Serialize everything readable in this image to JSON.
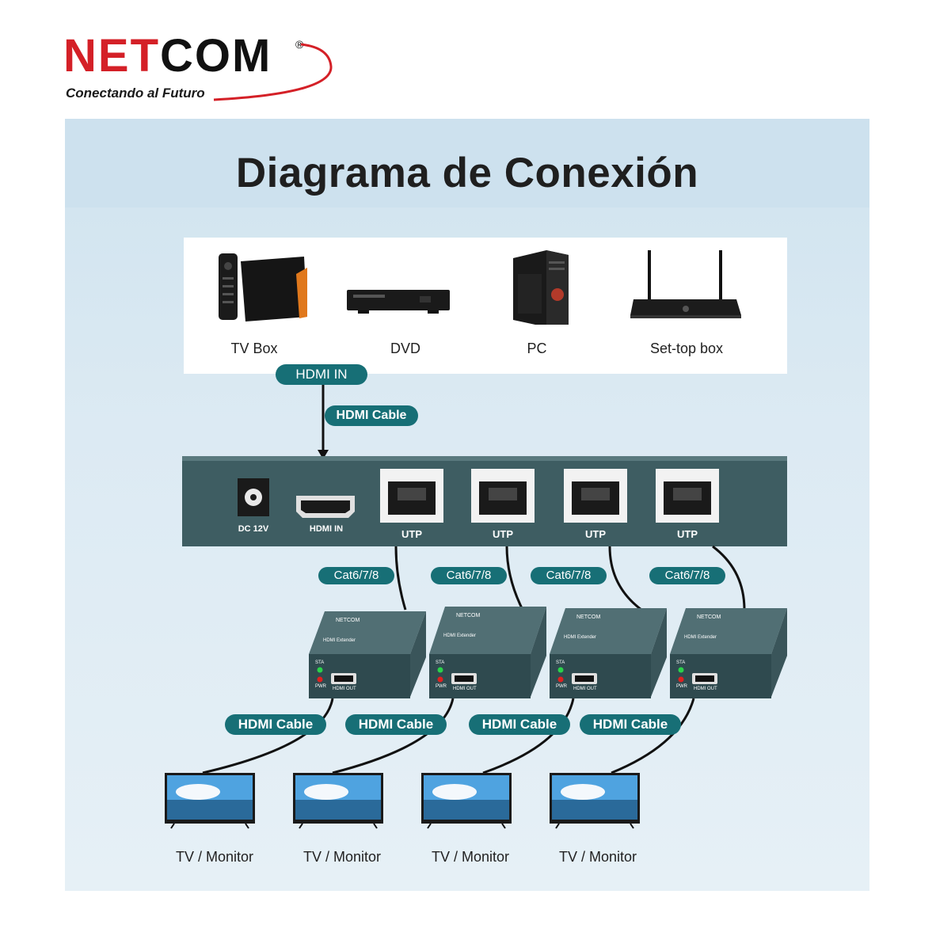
{
  "brand": {
    "name_red": "NET",
    "name_dark": "COM",
    "registered": "®",
    "tagline": "Conectando al Futuro",
    "color_red": "#d42027",
    "color_dark": "#111111"
  },
  "title": "Diagrama de Conexión",
  "sources": [
    {
      "label": "TV Box",
      "icon": "tv-box-icon"
    },
    {
      "label": "DVD",
      "icon": "dvd-player-icon"
    },
    {
      "label": "PC",
      "icon": "pc-tower-icon"
    },
    {
      "label": "Set-top box",
      "icon": "router-icon"
    }
  ],
  "hdmi_in_pill": "HDMI IN",
  "hdmi_cable_pill": "HDMI Cable",
  "splitter": {
    "dc_label": "DC 12V",
    "hdmi_label": "HDMI IN",
    "ports": [
      "UTP",
      "UTP",
      "UTP",
      "UTP"
    ]
  },
  "cat_labels": [
    "Cat6/7/8",
    "Cat6/7/8",
    "Cat6/7/8",
    "Cat6/7/8"
  ],
  "receivers": [
    {
      "brand": "NETCOM",
      "model": "HDMI Extender",
      "sta": "STA",
      "pwr": "PWR",
      "out": "HDMI OUT"
    },
    {
      "brand": "NETCOM",
      "model": "HDMI Extender",
      "sta": "STA",
      "pwr": "PWR",
      "out": "HDMI OUT"
    },
    {
      "brand": "NETCOM",
      "model": "HDMI Extender",
      "sta": "STA",
      "pwr": "PWR",
      "out": "HDMI OUT"
    },
    {
      "brand": "NETCOM",
      "model": "HDMI Extender",
      "sta": "STA",
      "pwr": "PWR",
      "out": "HDMI OUT"
    }
  ],
  "hdmi_cable_labels": [
    "HDMI Cable",
    "HDMI Cable",
    "HDMI Cable",
    "HDMI Cable"
  ],
  "displays": [
    "TV / Monitor",
    "TV / Monitor",
    "TV / Monitor",
    "TV / Monitor"
  ],
  "colors": {
    "accent_teal": "#176f76",
    "device_body": "#3d5a5f",
    "panel_bg": "#d8e8f2"
  }
}
